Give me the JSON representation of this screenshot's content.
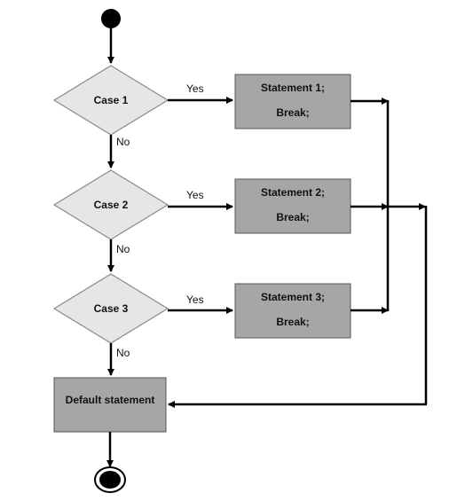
{
  "diagram": {
    "decisions": [
      {
        "label": "Case 1",
        "yes": "Yes",
        "no": "No"
      },
      {
        "label": "Case 2",
        "yes": "Yes",
        "no": "No"
      },
      {
        "label": "Case 3",
        "yes": "Yes",
        "no": "No"
      }
    ],
    "statements": [
      {
        "line1": "Statement 1;",
        "line2": "Break;"
      },
      {
        "line1": "Statement 2;",
        "line2": "Break;"
      },
      {
        "line1": "Statement 3;",
        "line2": "Break;"
      }
    ],
    "default_label": "Default statement",
    "colors": {
      "decision_fill": "#e6e6e6",
      "statement_fill": "#a6a6a6",
      "default_fill": "#a6a6a6",
      "line": "#000000"
    }
  }
}
